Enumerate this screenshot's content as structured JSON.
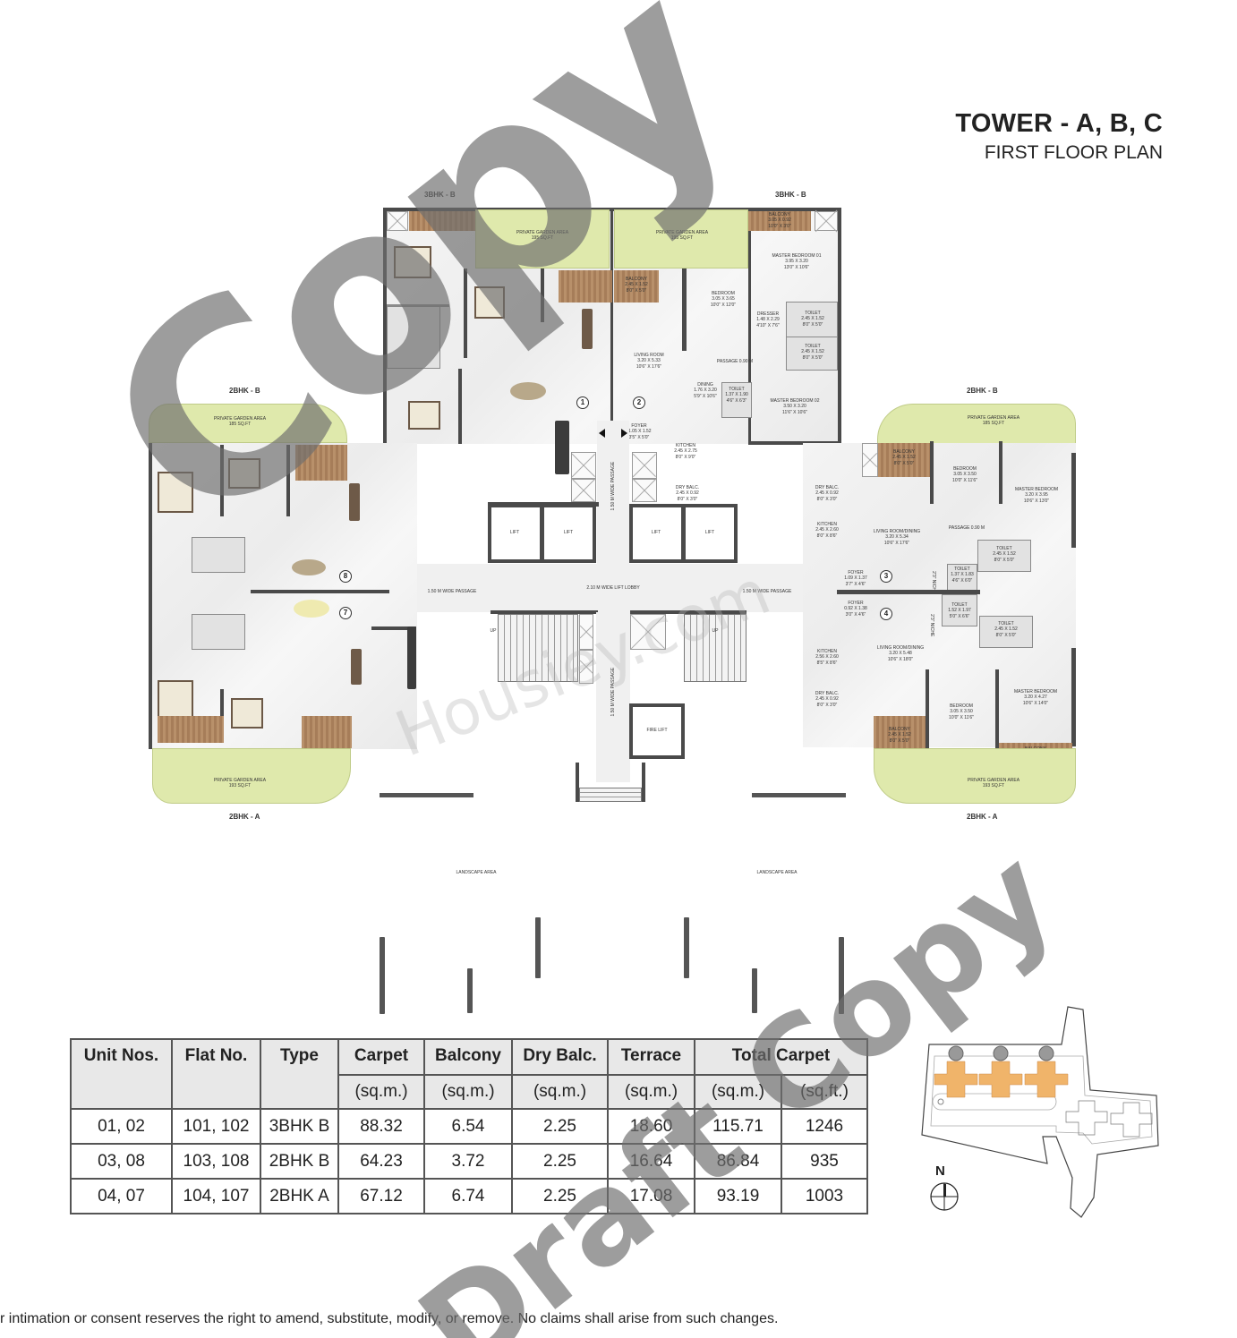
{
  "header": {
    "title": "TOWER - A, B, C",
    "subtitle": "FIRST FLOOR PLAN"
  },
  "plan": {
    "unit_type_labels": {
      "top_left": "3BHK - B",
      "top_right": "3BHK - B",
      "left_top": "2BHK - B",
      "right_top": "2BHK - B",
      "left_bottom": "2BHK - A",
      "right_bottom": "2BHK - A"
    },
    "unit_numbers": [
      "1",
      "2",
      "3",
      "4",
      "7",
      "8"
    ],
    "gardens": {
      "g1": "PRIVATE GARDEN AREA\n195 SQ.FT",
      "g2": "PRIVATE GARDEN AREA\n195 SQ.FT",
      "g3": "PRIVATE GARDEN AREA\n185 SQ.FT",
      "g4": "PRIVATE GARDEN AREA\n185 SQ.FT",
      "g5": "PRIVATE GARDEN AREA\n193 SQ.FT",
      "g6": "PRIVATE GARDEN AREA\n193 SQ.FT"
    },
    "unit2_rooms": {
      "balcony_top": "BALCONY\n3.05 X 0.92\n10'0\" X 3'0\"",
      "master_bedroom_01": "MASTER BEDROOM 01\n3.95 X 3.20\n13'0\" X 10'6\"",
      "balcony": "BALCONY\n2.45 X 1.52\n8'0\" X 5'0\"",
      "bedroom": "BEDROOM\n3.05 X 3.65\n10'0\" X 12'0\"",
      "dresser": "DRESSER\n1.48 X 2.29\n4'10\" X 7'6\"",
      "toilet_a": "TOILET\n2.45 X 1.52\n8'0\" X 5'0\"",
      "toilet_b": "TOILET\n2.45 X 1.52\n8'0\" X 5'0\"",
      "living_room": "LIVING ROOM\n3.20 X 5.33\n10'6\" X 17'6\"",
      "passage": "PASSAGE 0.90 M",
      "dining": "DINING\n1.76 X 3.20\n5'9\" X 10'6\"",
      "toilet_c": "TOILET\n1.37 X 1.90\n4'6\" X 6'3\"",
      "master_bedroom_02": "MASTER BEDROOM 02\n3.50 X 3.20\n11'6\" X 10'6\"",
      "foyer": "FOYER\n1.05 X 1.52\n3'5\" X 5'0\"",
      "kitchen": "KITCHEN\n2.45 X 2.75\n8'0\" X 9'0\"",
      "dry_balc": "DRY BALC.\n2.45 X 0.92\n8'0\" X 3'0\""
    },
    "unit3_rooms": {
      "balcony": "BALCONY\n2.45 X 1.52\n8'0\" X 5'0\"",
      "bedroom": "BEDROOM\n3.05 X 3.50\n10'0\" X 11'6\"",
      "master_bedroom": "MASTER BEDROOM\n3.20 X 3.95\n10'6\" X 13'0\"",
      "dry_balc": "DRY BALC.\n2.45 X 0.92\n8'0\" X 3'0\"",
      "kitchen": "KITCHEN\n2.45 X 2.60\n8'0\" X 8'6\"",
      "living_dining": "LIVING ROOM/DINING\n3.20 X 5.34\n10'6\" X 17'6\"",
      "passage": "PASSAGE 0.90 M",
      "toilet_a": "TOILET\n2.45 X 1.52\n8'0\" X 5'0\"",
      "toilet_b": "TOILET\n1.37 X 1.83\n4'6\" X 6'0\"",
      "foyer": "FOYER\n1.09 X 1.37\n3'7\" X 4'6\"",
      "niche": "2'3\" NICHE"
    },
    "unit4_rooms": {
      "foyer": "FOYER\n0.92 X 1.38\n3'0\" X 4'6\"",
      "toilet_a": "TOILET\n1.52 X 1.97\n5'0\" X 6'6\"",
      "toilet_b": "TOILET\n2.45 X 1.52\n8'0\" X 5'0\"",
      "kitchen": "KITCHEN\n2.56 X 2.60\n8'5\" X 8'6\"",
      "living_dining": "LIVING ROOM/DINING\n3.20 X 5.48\n10'6\" X 18'0\"",
      "dry_balc": "DRY BALC.\n2.45 X 0.92\n8'0\" X 3'0\"",
      "balcony": "BALCONY\n2.45 X 1.52\n8'0\" X 5'0\"",
      "bedroom": "BEDROOM\n3.05 X 3.50\n10'0\" X 11'6\"",
      "master_bedroom": "MASTER BEDROOM\n3.20 X 4.27\n10'6\" X 14'0\"",
      "balcony_2": "BALCONY\n3.20 X 0.92\n10'10\" X 3'0\"",
      "niche": "2'3\" NICHE"
    },
    "core": {
      "lift": "LIFT",
      "fire_lift": "FIRE LIFT",
      "lift_lobby": "2.10 M WIDE LIFT LOBBY",
      "passage_left": "1.50 M WIDE PASSAGE",
      "passage_right": "1.50 M WIDE PASSAGE",
      "passage_vertical_top": "1.50 M WIDE PASSAGE",
      "passage_vertical_bottom": "1.50 M WIDE PASSAGE",
      "stair_up": "UP"
    },
    "landscape": {
      "left": "LANDSCAPE AREA",
      "right": "LANDSCAPE AREA"
    }
  },
  "area_table": {
    "headers": [
      "Unit Nos.",
      "Flat No.",
      "Type",
      "Carpet",
      "Balcony",
      "Dry Balc.",
      "Terrace",
      "Total Carpet"
    ],
    "subheaders": [
      "(sq.m.)",
      "(sq.m.)",
      "(sq.m.)",
      "(sq.m.)",
      "(sq.m.)",
      "(sq.ft.)"
    ],
    "rows": [
      {
        "unit_nos": "01, 02",
        "flat_no": "101, 102",
        "type": "3BHK B",
        "carpet": "88.32",
        "balcony": "6.54",
        "dry_balc": "2.25",
        "terrace": "18.60",
        "total_sqm": "115.71",
        "total_sqft": "1246"
      },
      {
        "unit_nos": "03, 08",
        "flat_no": "103, 108",
        "type": "2BHK B",
        "carpet": "64.23",
        "balcony": "3.72",
        "dry_balc": "2.25",
        "terrace": "16.64",
        "total_sqm": "86.84",
        "total_sqft": "935"
      },
      {
        "unit_nos": "04, 07",
        "flat_no": "104, 107",
        "type": "2BHK A",
        "carpet": "67.12",
        "balcony": "6.74",
        "dry_balc": "2.25",
        "terrace": "17.08",
        "total_sqm": "93.19",
        "total_sqft": "1003"
      }
    ]
  },
  "key_plan": {
    "north_label": "N",
    "towers_highlighted": [
      "A",
      "B",
      "C"
    ],
    "towers_other": [
      "D",
      "E"
    ],
    "highlight_color": "#f0b46a"
  },
  "watermarks": {
    "copy_big": "Copy",
    "draft_copy": "Draft Copy",
    "site": "Housiey.com"
  },
  "footer": {
    "disclaimer": "r intimation or consent reserves the right to amend, substitute, modify, or remove. No claims shall arise from such changes."
  },
  "colors": {
    "garden": "#dfe9ac",
    "wood": "#b08660",
    "wall": "#4a4a4a",
    "watermark": "#808080"
  }
}
